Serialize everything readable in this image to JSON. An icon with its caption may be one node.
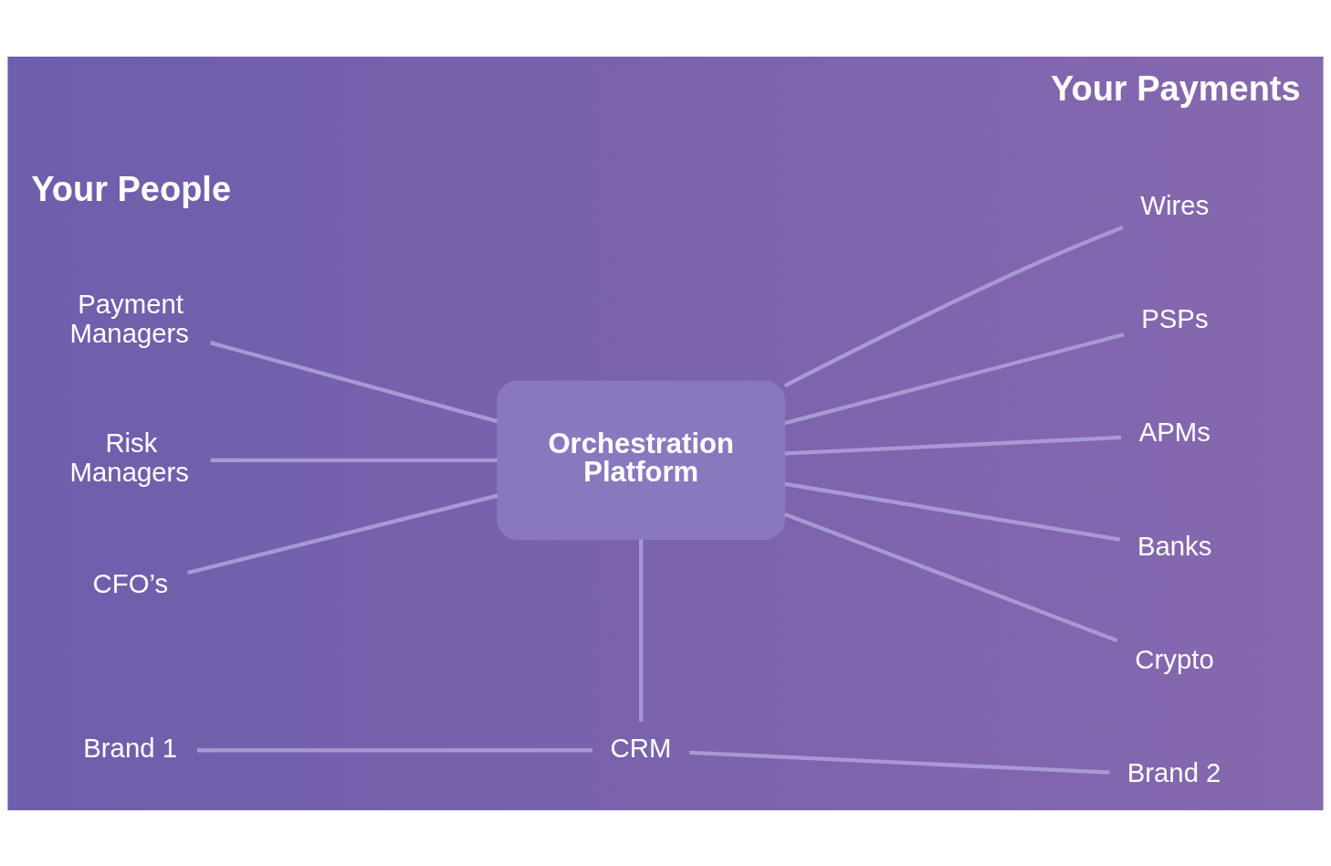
{
  "diagram": {
    "nodes": [
      {
        "text": [
          "Payment Managers"
        ]
      },
      {
        "text": [
          "Risk Managers"
        ]
      },
      {
        "text": [
          "CFO’s"
        ]
      },
      {
        "text": [
          "Orchestration Platform"
        ]
      },
      {
        "text": [
          "CRM"
        ]
      },
      {
        "text": [
          "Brand 1"
        ]
      },
      {
        "text": [
          "Brand 2"
        ]
      },
      {
        "text": [
          "Wires"
        ]
      },
      {
        "text": [
          "PSPs"
        ]
      },
      {
        "text": [
          "APMs"
        ]
      },
      {
        "text": [
          "Banks"
        ]
      },
      {
        "text": [
          "Crypto"
        ]
      }
    ],
    "edges": [
      {
        "from": 0,
        "to": 3,
        "arrow": "none"
      },
      {
        "from": 1,
        "to": 3,
        "arrow": "none"
      },
      {
        "from": 2,
        "to": 3,
        "arrow": "none"
      },
      {
        "from": 3,
        "to": 7,
        "arrow": "none"
      },
      {
        "from": 3,
        "to": 8,
        "arrow": "none"
      },
      {
        "from": 3,
        "to": 9,
        "arrow": "none"
      },
      {
        "from": 3,
        "to": 10,
        "arrow": "none"
      },
      {
        "from": 3,
        "to": 11,
        "arrow": "none"
      },
      {
        "from": 3,
        "to": 4,
        "arrow": "none"
      },
      {
        "from": 4,
        "to": 5,
        "arrow": "none"
      },
      {
        "from": 4,
        "to": 6,
        "arrow": "none"
      }
    ],
    "labels": [
      "Your People",
      "Your Payments"
    ]
  }
}
